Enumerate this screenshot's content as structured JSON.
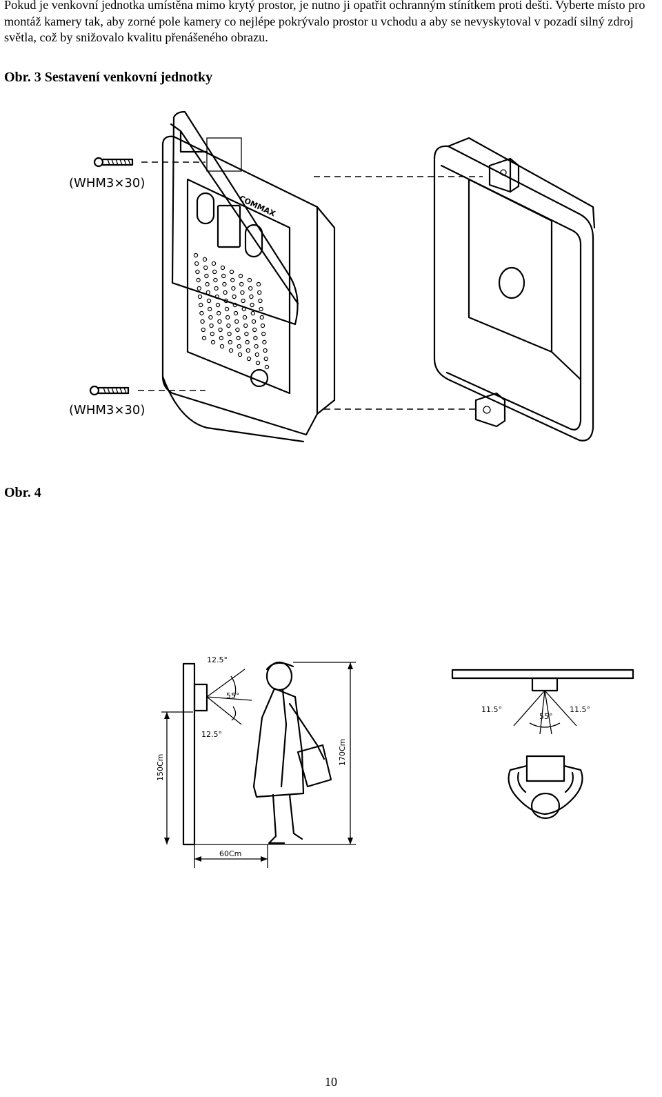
{
  "intro_text": "Pokud je venkovní jednotka umístěna mimo krytý prostor, je nutno ji opatřit ochranným stínítkem proti dešti. Vyberte místo pro montáž kamery tak, aby zorné pole kamery co nejlépe pokrývalo prostor u vchodu a aby se nevyskytoval v pozadí silný zdroj světla, což by snižovalo kvalitu přenášeného obrazu.",
  "figure3": {
    "caption": "Obr. 3 Sestavení venkovní jednotky",
    "screw_label_top": "(WHM3×30)",
    "screw_label_bottom": "(WHM3×30)",
    "brand": "COMMAX"
  },
  "figure4": {
    "caption": "Obr. 4",
    "angle_upper": "12.5°",
    "angle_view": "55°",
    "angle_lower": "12.5°",
    "height_camera": "150Cm",
    "height_person": "170Cm",
    "distance": "60Cm",
    "angle_left": "11.5°",
    "angle_top_view": "55°",
    "angle_right": "11.5°"
  },
  "page_number": "10"
}
